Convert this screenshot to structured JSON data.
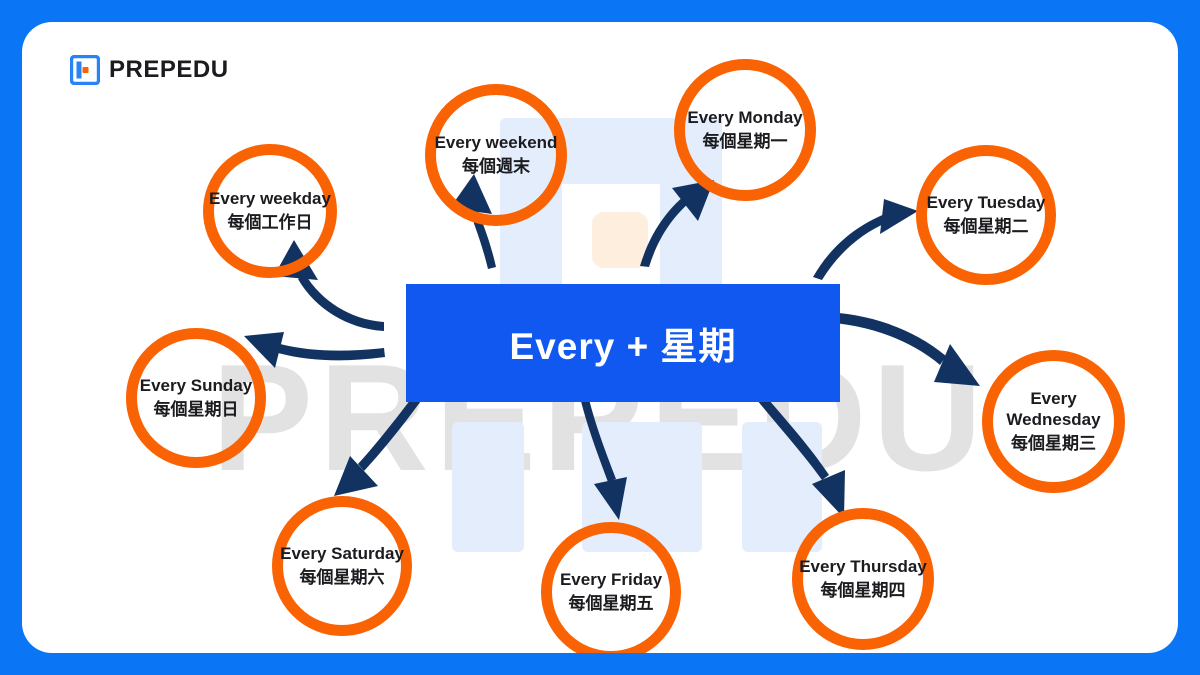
{
  "brand": {
    "logo_text": "PREPEDU",
    "logo_icon": "prepedu-square-icon",
    "watermark_text": "PREPEDU"
  },
  "colors": {
    "frame_blue": "#0a76f5",
    "center_blue": "#1158f0",
    "ring_orange": "#f96303",
    "arrow_navy": "#123361",
    "watermark_gray": "#e2e2e2",
    "deco_blue": "#e3edfc",
    "deco_peach": "#fdeedd",
    "text_dark": "#1c1c20",
    "canvas_white": "#ffffff"
  },
  "center": {
    "label": "Every + 星期"
  },
  "nodes": [
    {
      "id": "weekday",
      "en": "Every weekday",
      "zh": "每個工作日"
    },
    {
      "id": "weekend",
      "en": "Every weekend",
      "zh": "每個週末"
    },
    {
      "id": "monday",
      "en": "Every Monday",
      "zh": "每個星期一"
    },
    {
      "id": "tuesday",
      "en": "Every Tuesday",
      "zh": "每個星期二"
    },
    {
      "id": "wednesday",
      "en": "Every Wednesday",
      "zh": "每個星期三"
    },
    {
      "id": "thursday",
      "en": "Every Thursday",
      "zh": "每個星期四"
    },
    {
      "id": "friday",
      "en": "Every Friday",
      "zh": "每個星期五"
    },
    {
      "id": "saturday",
      "en": "Every Saturday",
      "zh": "每個星期六"
    },
    {
      "id": "sunday",
      "en": "Every Sunday",
      "zh": "每個星期日"
    }
  ]
}
